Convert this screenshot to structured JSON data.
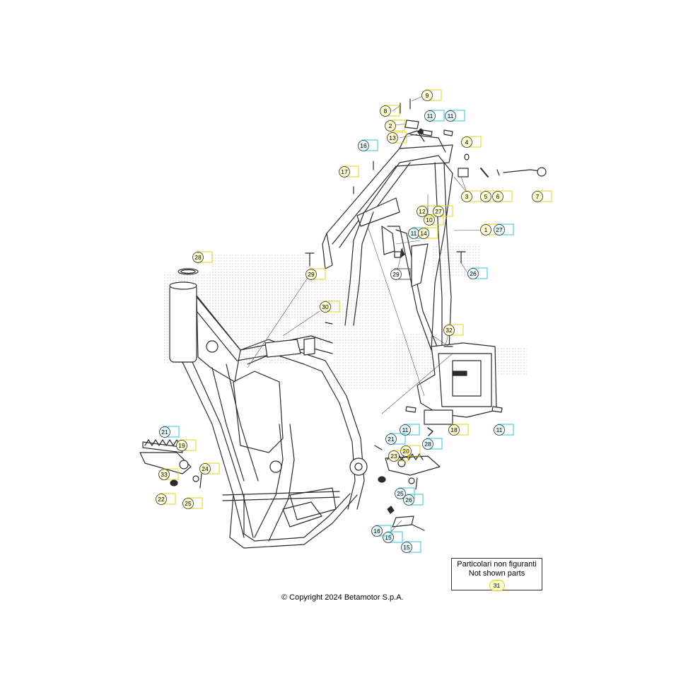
{
  "colors": {
    "line": "#2b2b2b",
    "halftone": "#9a9a9a",
    "callout_yellow_border": "#e6d21a",
    "callout_yellow_fill": "#fffbd0",
    "callout_cyan_border": "#35c2df",
    "callout_cyan_fill": "#e4f7fb"
  },
  "callouts": [
    {
      "num": "1",
      "style": "yellow"
    },
    {
      "num": "2",
      "style": "yellow"
    },
    {
      "num": "3",
      "style": "yellow"
    },
    {
      "num": "4",
      "style": "yellow"
    },
    {
      "num": "5",
      "style": "yellow"
    },
    {
      "num": "6",
      "style": "yellow"
    },
    {
      "num": "7",
      "style": "yellow"
    },
    {
      "num": "8",
      "style": "yellow"
    },
    {
      "num": "9",
      "style": "yellow"
    },
    {
      "num": "10",
      "style": "yellow"
    },
    {
      "num": "11",
      "style": "cyan"
    },
    {
      "num": "11",
      "style": "cyan"
    },
    {
      "num": "11",
      "style": "cyan"
    },
    {
      "num": "11",
      "style": "cyan"
    },
    {
      "num": "11",
      "style": "cyan"
    },
    {
      "num": "12",
      "style": "yellow"
    },
    {
      "num": "13",
      "style": "yellow"
    },
    {
      "num": "14",
      "style": "yellow"
    },
    {
      "num": "15",
      "style": "cyan"
    },
    {
      "num": "15",
      "style": "cyan"
    },
    {
      "num": "16",
      "style": "cyan"
    },
    {
      "num": "16",
      "style": "cyan"
    },
    {
      "num": "17",
      "style": "yellow"
    },
    {
      "num": "18",
      "style": "yellow"
    },
    {
      "num": "19",
      "style": "yellow"
    },
    {
      "num": "20",
      "style": "yellow"
    },
    {
      "num": "21",
      "style": "cyan"
    },
    {
      "num": "21",
      "style": "cyan"
    },
    {
      "num": "22",
      "style": "yellow"
    },
    {
      "num": "23",
      "style": "yellow"
    },
    {
      "num": "24",
      "style": "yellow"
    },
    {
      "num": "25",
      "style": "cyan"
    },
    {
      "num": "25",
      "style": "yellow"
    },
    {
      "num": "26",
      "style": "cyan"
    },
    {
      "num": "26",
      "style": "cyan"
    },
    {
      "num": "27",
      "style": "cyan"
    },
    {
      "num": "27",
      "style": "yellow"
    },
    {
      "num": "28",
      "style": "cyan"
    },
    {
      "num": "28",
      "style": "yellow"
    },
    {
      "num": "29",
      "style": "yellow"
    },
    {
      "num": "29",
      "style": "grey"
    },
    {
      "num": "30",
      "style": "yellow"
    },
    {
      "num": "32",
      "style": "yellow"
    },
    {
      "num": "33",
      "style": "yellow"
    }
  ],
  "note": {
    "line1": "Particolari non figuranti",
    "line2": "Not shown parts",
    "number": "31"
  },
  "copyright": "© Copyright 2024 Betamotor S.p.A."
}
